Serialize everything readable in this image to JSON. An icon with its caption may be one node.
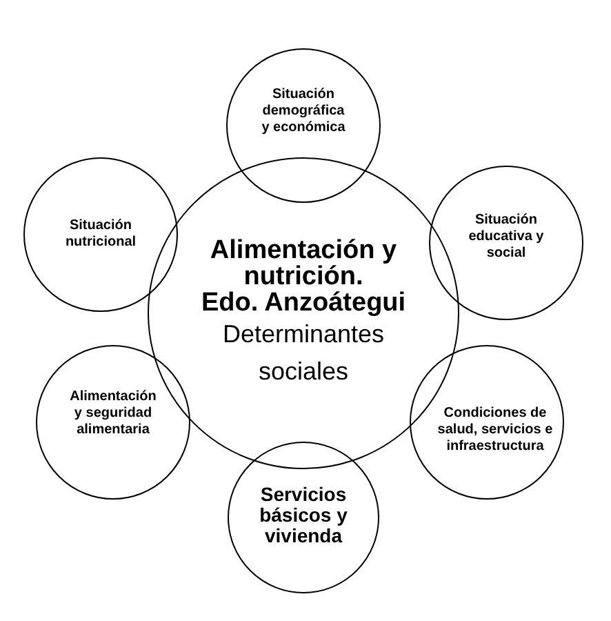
{
  "diagram": {
    "nodes": [
      {
        "text": [
          "Alimentación y nutrición.",
          "Edo. Anzoátegui",
          "Determinantes sociales"
        ]
      },
      {
        "text": [
          "Situación demográfica y económica"
        ]
      },
      {
        "text": [
          "Situación nutricional"
        ]
      },
      {
        "text": [
          "Situación educativa y social"
        ]
      },
      {
        "text": [
          "Alimentación y seguridad alimentaria"
        ]
      },
      {
        "text": [
          "Condiciones de salud, servicios e infraestructura"
        ]
      },
      {
        "text": [
          "Servicios básicos y vivienda"
        ]
      }
    ]
  }
}
